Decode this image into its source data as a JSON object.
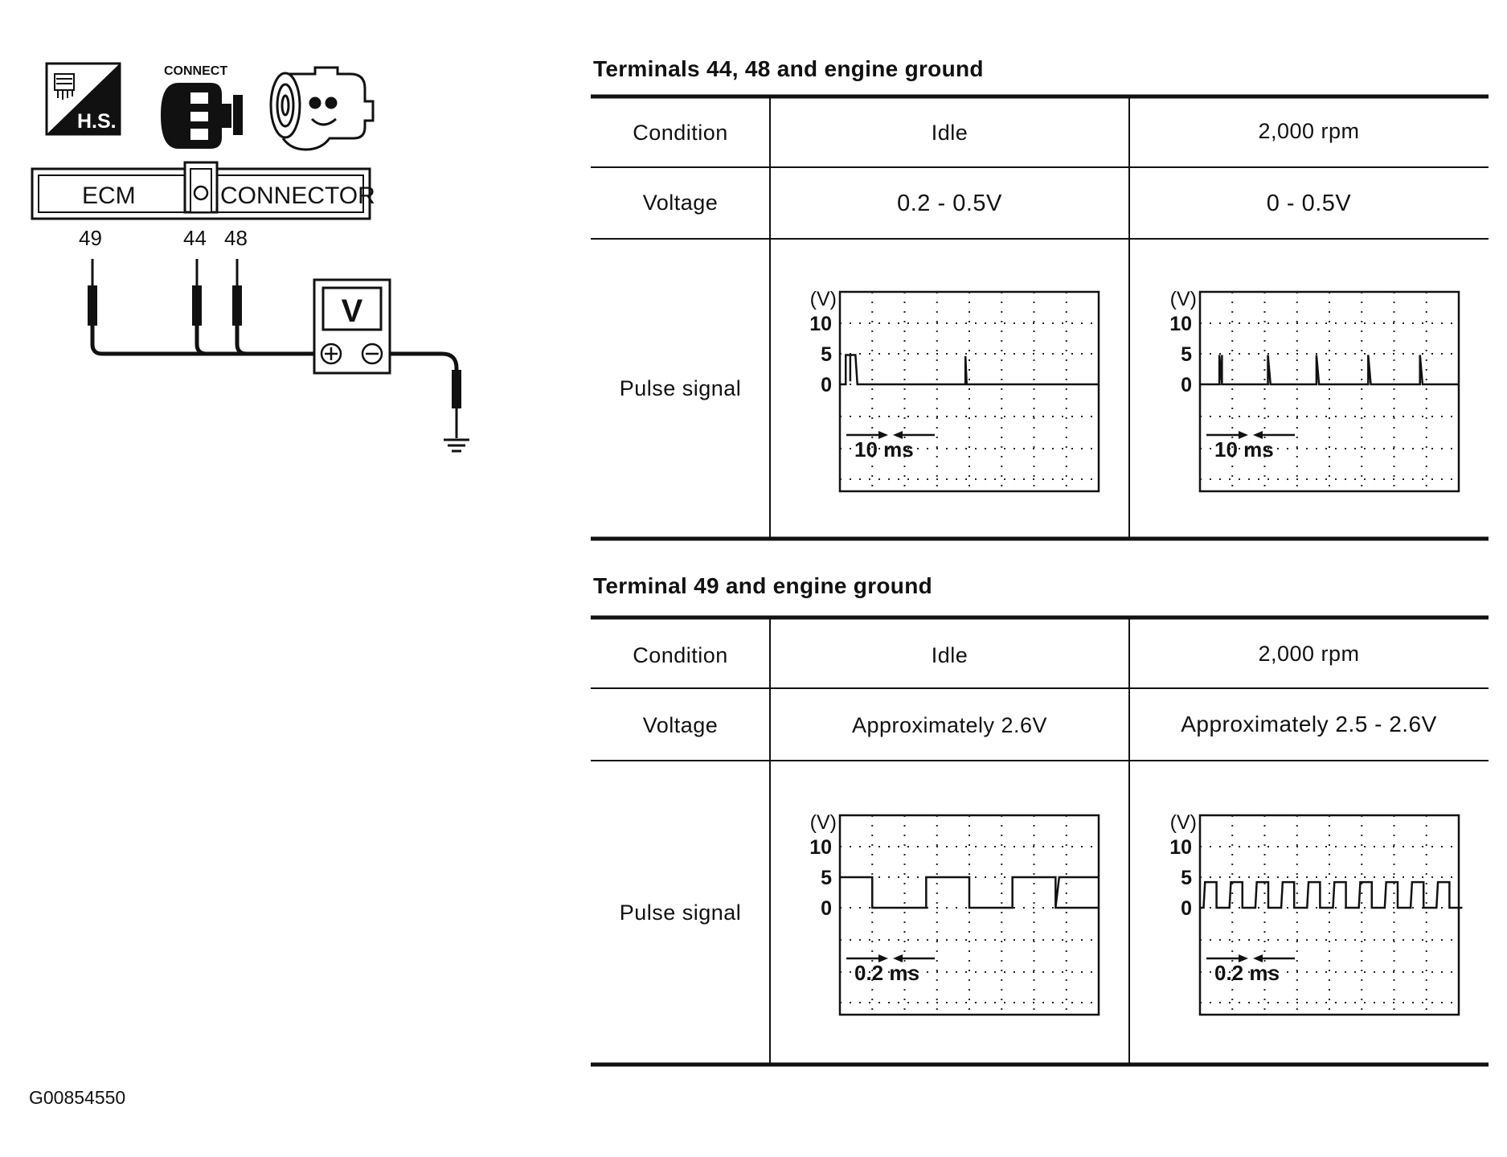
{
  "icons": {
    "hs_label": "H.S.",
    "connect_label": "CONNECT"
  },
  "diagram": {
    "ecm_label": "ECM",
    "connector_label": "CONNECTOR",
    "terminals": [
      "49",
      "44",
      "48"
    ],
    "meter_label": "V",
    "plus_symbol": "+",
    "minus_symbol": "−"
  },
  "table1": {
    "title": "Terminals 44, 48 and engine ground",
    "row_condition": "Condition",
    "row_voltage": "Voltage",
    "row_pulse": "Pulse signal",
    "col_idle": "Idle",
    "col_rpm": "2,000 rpm",
    "voltage_idle": "0.2 - 0.5V",
    "voltage_rpm": "0 - 0.5V"
  },
  "table2": {
    "title": "Terminal 49 and engine ground",
    "row_condition": "Condition",
    "row_voltage": "Voltage",
    "row_pulse": "Pulse signal",
    "col_idle": "Idle",
    "col_rpm": "2,000 rpm",
    "voltage_idle": "Approximately 2.6V",
    "voltage_rpm": "Approximately 2.5 - 2.6V"
  },
  "scope_labels": {
    "unit": "(V)",
    "ticks": [
      "10",
      "5",
      "0"
    ],
    "scale_10ms": "10 ms",
    "scale_02ms": "0.2 ms"
  },
  "chart_data": [
    {
      "type": "line",
      "ylabel": "(V)",
      "yticks": [
        10,
        5,
        0
      ],
      "scale": "10 ms",
      "waveform": "narrow pulses ~5V, sparse (idle)",
      "x_ms": [
        0,
        1,
        1.2,
        2.2,
        2.4,
        23,
        23.2,
        40
      ],
      "y": [
        0,
        0,
        5,
        5,
        0,
        0,
        4.8,
        0
      ]
    },
    {
      "type": "line",
      "ylabel": "(V)",
      "yticks": [
        10,
        5,
        0
      ],
      "scale": "10 ms",
      "waveform": "narrow pulses ~5V, frequent (2,000 rpm)",
      "x_ms": [
        0,
        4,
        4.2,
        11,
        11.2,
        18,
        18.2,
        26,
        26.2,
        34,
        34.2,
        40
      ],
      "y": [
        0,
        0,
        5,
        0,
        5,
        0,
        5,
        0,
        5,
        0,
        5,
        0
      ]
    },
    {
      "type": "line",
      "ylabel": "(V)",
      "yticks": [
        10,
        5,
        0
      ],
      "scale": "0.2 ms",
      "waveform": "square wave 0-5V (idle)",
      "x_ms": [
        0,
        0.5,
        0.5,
        1.2,
        1.2,
        1.8,
        1.8,
        2.4,
        2.4,
        3.0,
        3.0,
        3.6
      ],
      "y": [
        5,
        5,
        0,
        0,
        5,
        5,
        0,
        0,
        5,
        5,
        0,
        0
      ]
    },
    {
      "type": "line",
      "ylabel": "(V)",
      "yticks": [
        10,
        5,
        0
      ],
      "scale": "0.2 ms",
      "waveform": "square wave 0-5V, higher frequency (2,000 rpm)",
      "period_ms": 0.36,
      "high_v": 5,
      "low_v": 0
    }
  ]
}
